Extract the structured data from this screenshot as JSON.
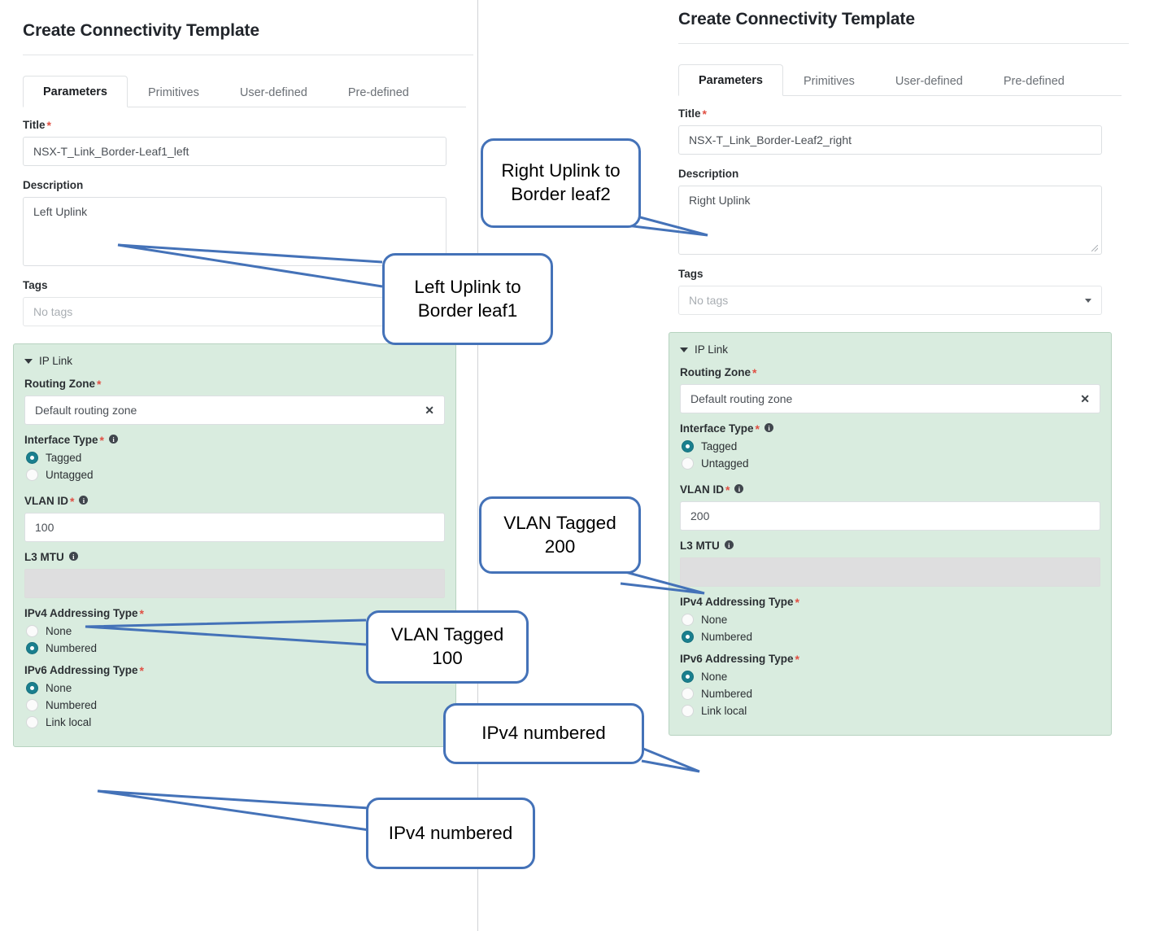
{
  "panels": [
    {
      "id": "left",
      "heading": "Create Connectivity Template",
      "tabs": [
        {
          "label": "Parameters",
          "active": true
        },
        {
          "label": "Primitives",
          "active": false
        },
        {
          "label": "User-defined",
          "active": false
        },
        {
          "label": "Pre-defined",
          "active": false
        }
      ],
      "title": {
        "label": "Title",
        "required": true,
        "value": "NSX-T_Link_Border-Leaf1_left"
      },
      "description": {
        "label": "Description",
        "value": "Left Uplink",
        "resizable": false
      },
      "tags": {
        "label": "Tags",
        "placeholder": "No tags",
        "value": ""
      },
      "ip_link": {
        "section_label": "IP Link",
        "routing_zone": {
          "label": "Routing Zone",
          "required": true,
          "value": "Default routing zone",
          "clear": "✕"
        },
        "interface_type": {
          "label": "Interface Type",
          "required": true,
          "info": true,
          "options": [
            {
              "label": "Tagged",
              "selected": true
            },
            {
              "label": "Untagged",
              "selected": false
            }
          ]
        },
        "vlan_id": {
          "label": "VLAN ID",
          "required": true,
          "info": true,
          "value": "100"
        },
        "l3_mtu": {
          "label": "L3 MTU",
          "info": true,
          "value": "",
          "disabled": true
        },
        "ipv4_addressing": {
          "label": "IPv4 Addressing Type",
          "required": true,
          "options": [
            {
              "label": "None",
              "selected": false
            },
            {
              "label": "Numbered",
              "selected": true
            }
          ]
        },
        "ipv6_addressing": {
          "label": "IPv6 Addressing Type",
          "required": true,
          "options": [
            {
              "label": "None",
              "selected": true
            },
            {
              "label": "Numbered",
              "selected": false
            },
            {
              "label": "Link local",
              "selected": false
            }
          ]
        }
      }
    },
    {
      "id": "right",
      "heading": "Create Connectivity Template",
      "tabs": [
        {
          "label": "Parameters",
          "active": true
        },
        {
          "label": "Primitives",
          "active": false
        },
        {
          "label": "User-defined",
          "active": false
        },
        {
          "label": "Pre-defined",
          "active": false
        }
      ],
      "title": {
        "label": "Title",
        "required": true,
        "value": "NSX-T_Link_Border-Leaf2_right"
      },
      "description": {
        "label": "Description",
        "value": "Right Uplink",
        "resizable": true
      },
      "tags": {
        "label": "Tags",
        "placeholder": "No tags",
        "value": ""
      },
      "ip_link": {
        "section_label": "IP Link",
        "routing_zone": {
          "label": "Routing Zone",
          "required": true,
          "value": "Default routing zone",
          "clear": "✕"
        },
        "interface_type": {
          "label": "Interface Type",
          "required": true,
          "info": true,
          "options": [
            {
              "label": "Tagged",
              "selected": true
            },
            {
              "label": "Untagged",
              "selected": false
            }
          ]
        },
        "vlan_id": {
          "label": "VLAN ID",
          "required": true,
          "info": true,
          "value": "200"
        },
        "l3_mtu": {
          "label": "L3 MTU",
          "info": true,
          "value": "",
          "disabled": true
        },
        "ipv4_addressing": {
          "label": "IPv4 Addressing Type",
          "required": true,
          "options": [
            {
              "label": "None",
              "selected": false
            },
            {
              "label": "Numbered",
              "selected": true
            }
          ]
        },
        "ipv6_addressing": {
          "label": "IPv6 Addressing Type",
          "required": true,
          "options": [
            {
              "label": "None",
              "selected": true
            },
            {
              "label": "Numbered",
              "selected": false
            },
            {
              "label": "Link local",
              "selected": false
            }
          ]
        }
      }
    }
  ],
  "annotations": {
    "border_color": "#4472b8",
    "callouts": [
      {
        "id": "right-uplink",
        "line1": "Right Uplink to",
        "line2": "Border leaf2"
      },
      {
        "id": "left-uplink",
        "line1": "Left Uplink to",
        "line2": "Border leaf1"
      },
      {
        "id": "vlan-200",
        "line1": "VLAN Tagged",
        "line2": "200"
      },
      {
        "id": "vlan-100",
        "line1": "VLAN Tagged",
        "line2": "100"
      },
      {
        "id": "ipv4-right",
        "line1": "IPv4 numbered",
        "line2": ""
      },
      {
        "id": "ipv4-left",
        "line1": "IPv4 numbered",
        "line2": ""
      }
    ]
  }
}
